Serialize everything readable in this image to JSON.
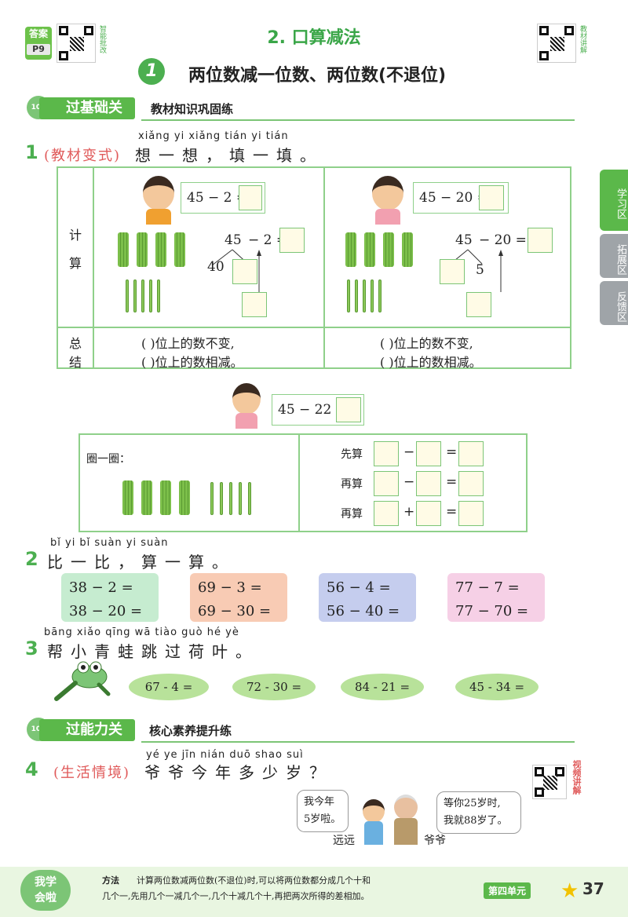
{
  "header": {
    "answer_label": "答案",
    "answer_page": "P9",
    "left_qr_caption": "智能批改",
    "right_qr_caption": "教材讲解",
    "unit_title": "2. 口算减法",
    "lesson_number": "1",
    "lesson_title": "两位数减一位数、两位数(不退位)"
  },
  "side_tabs": [
    {
      "label": "学习区",
      "color": "#5bb84a"
    },
    {
      "label": "拓展区",
      "color": "#9fa4a8"
    },
    {
      "label": "反馈区",
      "color": "#9fa4a8"
    }
  ],
  "section1": {
    "badge": "100",
    "title": "过基础关",
    "subtitle": "教材知识巩固练"
  },
  "q1": {
    "number": "1",
    "tag": "(教材变式)",
    "pinyin": "xiǎng yi xiǎng   tián yi tián",
    "text": "想一想，填一填。",
    "row_label_calc": [
      "计",
      "算"
    ],
    "row_label_summary": [
      "总",
      "结"
    ],
    "left_eq": "45 − 2 =",
    "left_split_eq_a": "45",
    "left_split_eq_b": "−  2 =",
    "left_split_part": "40",
    "right_eq": "45 − 20 =",
    "right_split_eq_a": "45",
    "right_split_eq_b": "−  20 =",
    "right_split_part": "5",
    "summary_line1": "(      )位上的数不变,",
    "summary_line2": "(      )位上的数相减。",
    "mid_eq": "45 − 22 =",
    "circle_label": "圈一圈：",
    "step1": "先算",
    "step2": "再算",
    "step3": "再算",
    "op_minus": "−",
    "op_plus": "+",
    "op_eq": "="
  },
  "q2": {
    "number": "2",
    "pinyin": "bǐ  yi  bǐ     suàn yi suàn",
    "text": "比一比，算一算。",
    "cards": [
      {
        "a": "38 − 2 =",
        "b": "38 − 20 =",
        "color": "#c6ecd0"
      },
      {
        "a": "69 − 3 =",
        "b": "69 − 30 =",
        "color": "#f8cbb4"
      },
      {
        "a": "56 − 4 =",
        "b": "56 − 40 =",
        "color": "#c5cdee"
      },
      {
        "a": "77 − 7 =",
        "b": "77 − 70 =",
        "color": "#f6d0e6"
      }
    ]
  },
  "q3": {
    "number": "3",
    "pinyin": "bāng xiǎo qīng wā tiào guò hé  yè",
    "text": "帮小青蛙跳过荷叶。",
    "pads": [
      "67 - 4 =",
      "72 - 30 =",
      "84 - 21 =",
      "45 - 34 ="
    ]
  },
  "section2": {
    "badge": "100",
    "title": "过能力关",
    "subtitle": "核心素养提升练"
  },
  "q4": {
    "number": "4",
    "tag": "(生活情境)",
    "pinyin": "yé  ye  jīn nián duō shao suì",
    "text": "爷爷今年多少岁？",
    "video_caption": "视频讲解",
    "bubble_left": [
      "我今年",
      "5岁啦。"
    ],
    "bubble_right": [
      "等你25岁时,",
      "我就88岁了。"
    ],
    "name_left": "远远",
    "name_right": "爷爷"
  },
  "footer": {
    "badge_line1": "我学",
    "badge_line2": "会啦",
    "method_label": "方法",
    "method_line1": "计算两位数减两位数(不退位)时,可以将两位数都分成几个十和",
    "method_line2": "几个一,先用几个一减几个一,几个十减几个十,再把两次所得的差相加。",
    "unit_label": "第四单元",
    "page_number": "37"
  }
}
